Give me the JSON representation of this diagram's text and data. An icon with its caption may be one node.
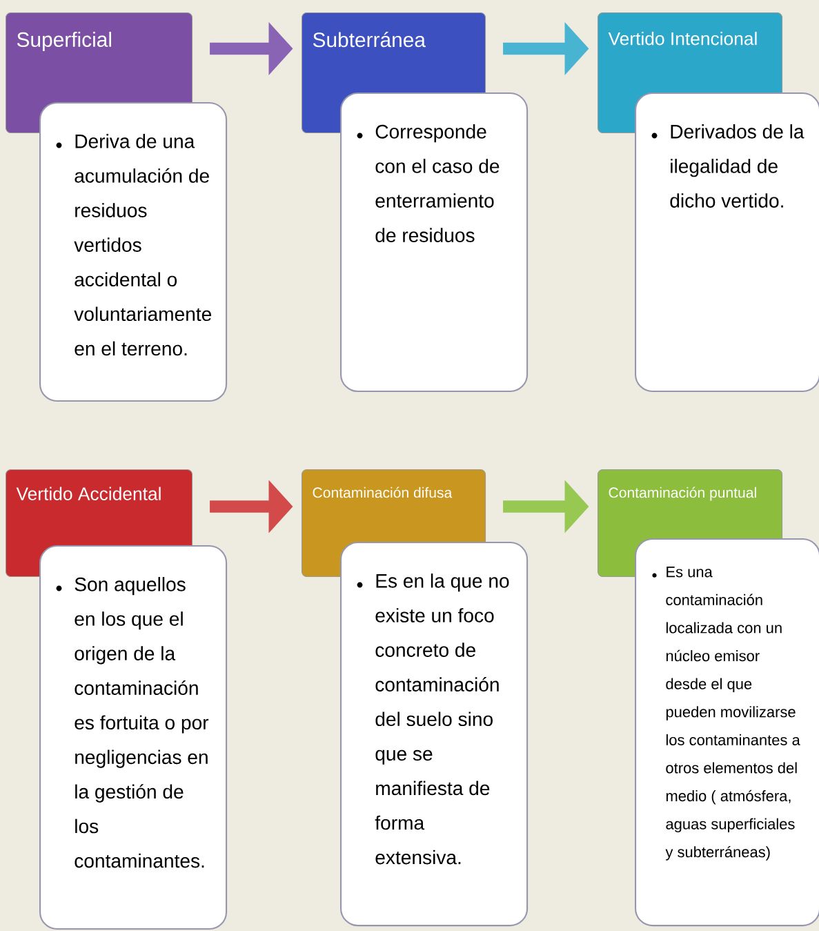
{
  "diagram": {
    "nodes": [
      {
        "text": [
          "Superficial"
        ]
      },
      {
        "text": [
          "Deriva de una acumulación de residuos vertidos accidental o voluntariamente en el terreno."
        ]
      },
      {
        "text": [
          "Subterránea"
        ]
      },
      {
        "text": [
          "Corresponde con el caso de enterramiento de residuos"
        ]
      },
      {
        "text": [
          "Vertido Intencional"
        ]
      },
      {
        "text": [
          "Derivados de la ilegalidad de dicho vertido."
        ]
      },
      {
        "text": [
          "Vertido Accidental"
        ]
      },
      {
        "text": [
          "Son aquellos en los que el origen de la contaminación es fortuita o por negligencias en la gestión de los contaminantes."
        ]
      },
      {
        "text": [
          "Contaminación difusa"
        ]
      },
      {
        "text": [
          "Es en la que no existe un foco concreto de contaminación del suelo sino que se manifiesta de forma extensiva."
        ]
      },
      {
        "text": [
          "Contaminación puntual"
        ]
      },
      {
        "text": [
          "Es una contaminación localizada con un núcleo emisor desde el que pueden movilizarse los contaminantes a otros elementos del medio ( atmósfera, aguas superficiales y subterráneas)"
        ]
      }
    ],
    "edges": [
      {
        "from": 0,
        "to": 2,
        "arrow": "to",
        "color": "#8a64b4"
      },
      {
        "from": 2,
        "to": 4,
        "arrow": "to",
        "color": "#48b4d2"
      },
      {
        "from": 6,
        "to": 8,
        "arrow": "to",
        "color": "#d24a4a"
      },
      {
        "from": 8,
        "to": 10,
        "arrow": "to",
        "color": "#96c852"
      }
    ]
  }
}
